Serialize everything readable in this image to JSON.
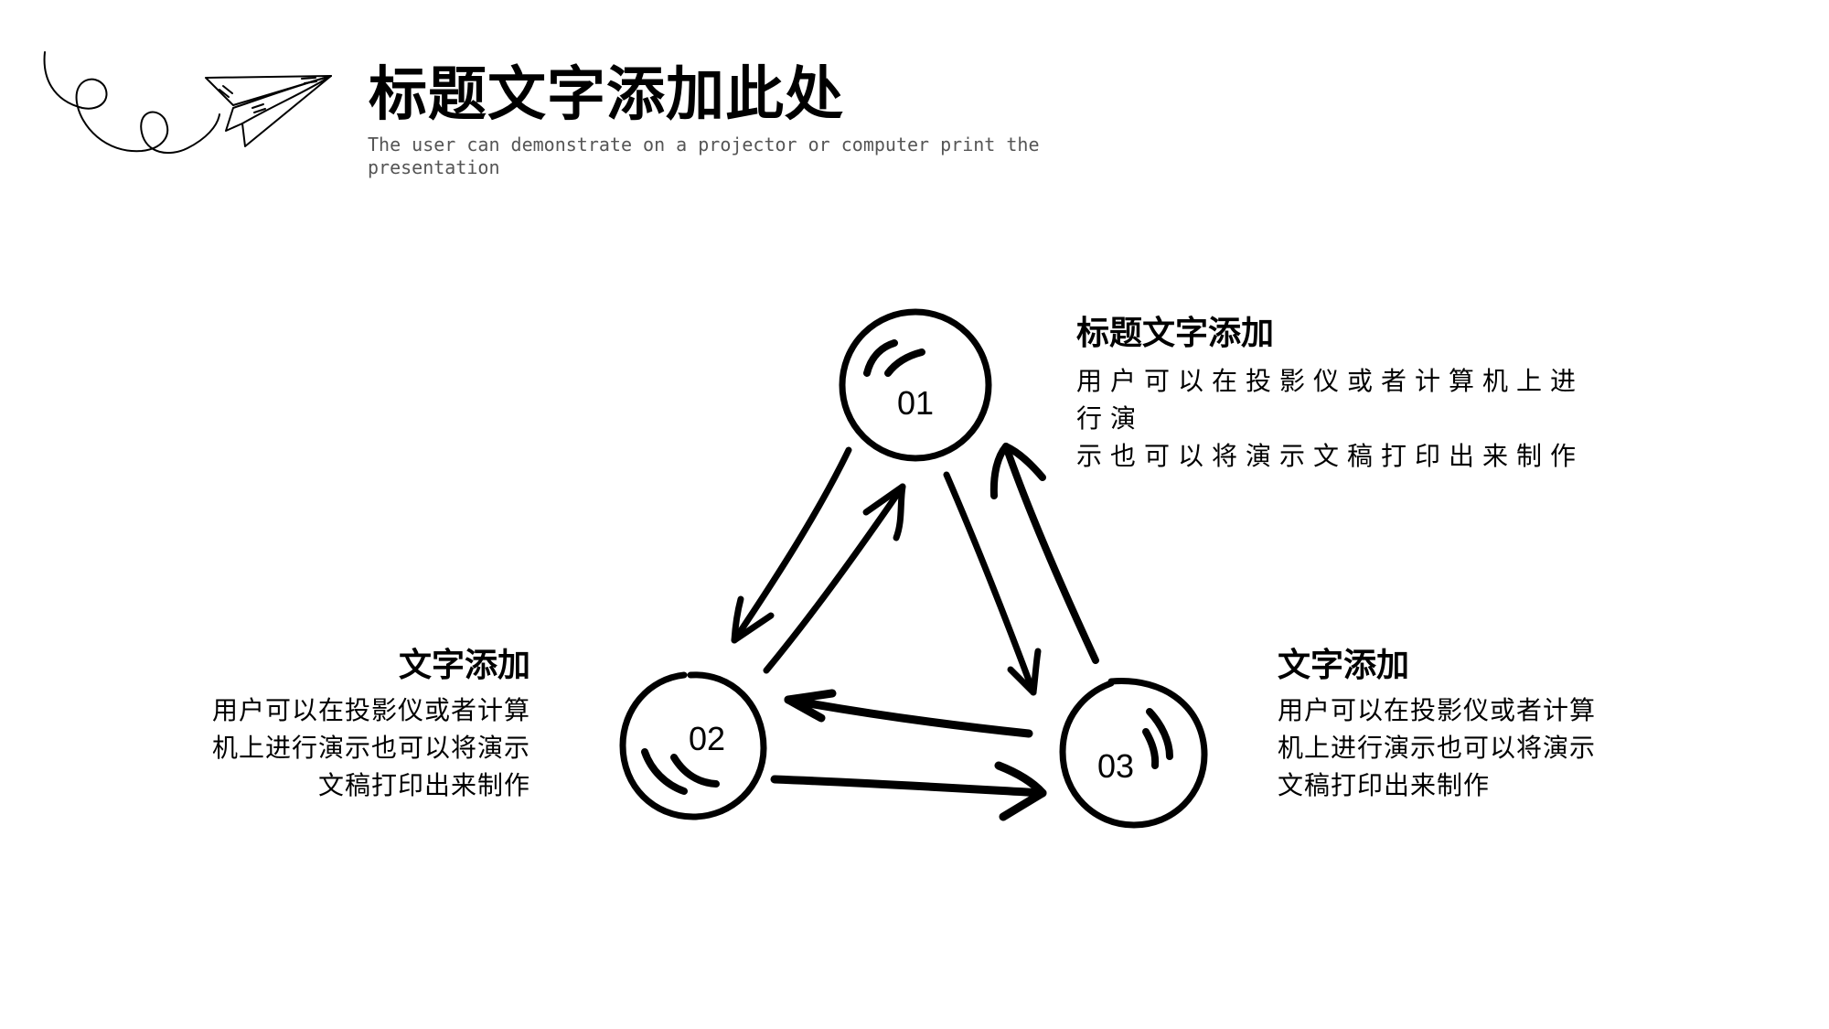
{
  "header": {
    "title": "标题文字添加此处",
    "subtitle": "The user can demonstrate on a projector or computer print the presentation",
    "logo_icon": "paper-plane-icon"
  },
  "diagram": {
    "type": "cycle",
    "nodes": [
      {
        "id": "01",
        "label": "01"
      },
      {
        "id": "02",
        "label": "02"
      },
      {
        "id": "03",
        "label": "03"
      }
    ],
    "edges": [
      {
        "from": "01",
        "to": "02"
      },
      {
        "from": "02",
        "to": "01"
      },
      {
        "from": "01",
        "to": "03"
      },
      {
        "from": "03",
        "to": "01"
      },
      {
        "from": "03",
        "to": "02"
      },
      {
        "from": "02",
        "to": "03"
      }
    ]
  },
  "blocks": {
    "top": {
      "heading": "标题文字添加",
      "lines": [
        "用户可以在投影仪或者计算机上进行演",
        "示也可以将演示文稿打印出来制作"
      ]
    },
    "left": {
      "heading": "文字添加",
      "lines": [
        "用户可以在投影仪或者计算",
        "机上进行演示也可以将演示",
        "文稿打印出来制作"
      ]
    },
    "right": {
      "heading": "文字添加",
      "lines": [
        "用户可以在投影仪或者计算",
        "机上进行演示也可以将演示",
        "文稿打印出来制作"
      ]
    }
  },
  "colors": {
    "ink": "#000000",
    "subtitle": "#555555",
    "background": "#ffffff"
  }
}
